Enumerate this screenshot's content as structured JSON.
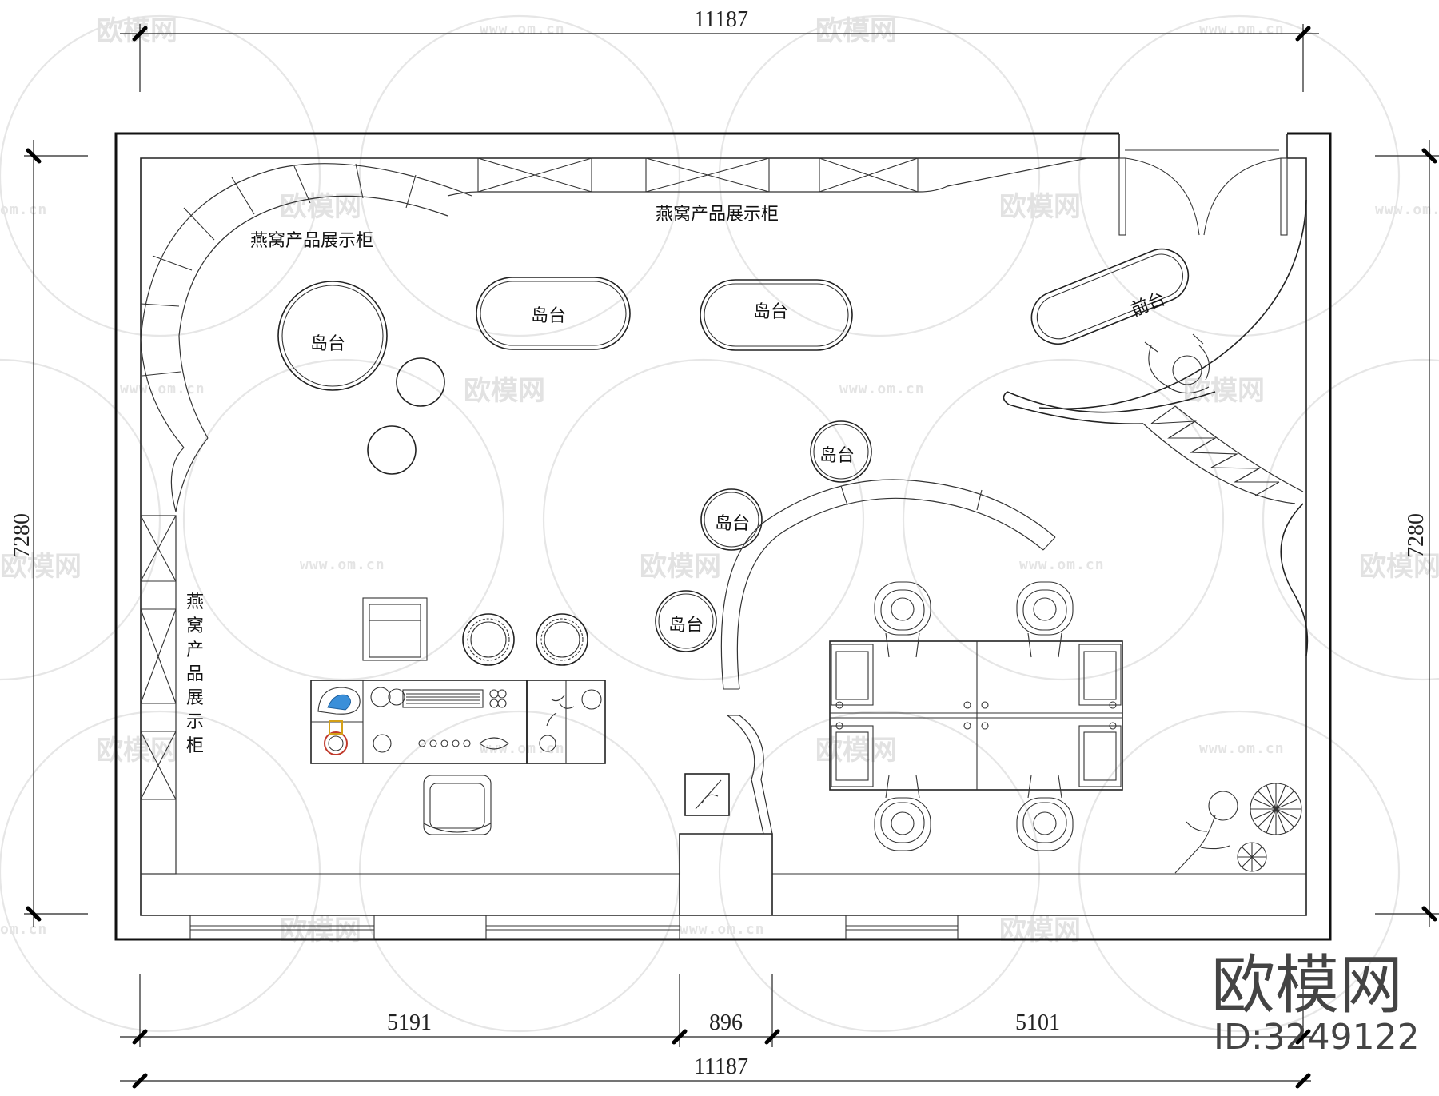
{
  "dimensions": {
    "top_total": "11187",
    "bottom_total": "11187",
    "left_height": "7280",
    "right_height": "7280",
    "segment_left": "5191",
    "segment_mid": "896",
    "segment_right": "5101"
  },
  "labels": {
    "cabinet_top_left": "燕窝产品展示柜",
    "cabinet_top_center": "燕窝产品展示柜",
    "cabinet_left_vertical": [
      "燕",
      "窝",
      "产",
      "品",
      "展",
      "示",
      "柜"
    ],
    "island": "岛台",
    "front_desk": "前台"
  },
  "watermark": {
    "brand": "欧模网",
    "url": "www.om.cn",
    "url_partial": "om.cn",
    "id": "ID:3249122"
  },
  "colors": {
    "line": "#222222",
    "watermark": "#e4e4e4",
    "brand": "#444444"
  }
}
